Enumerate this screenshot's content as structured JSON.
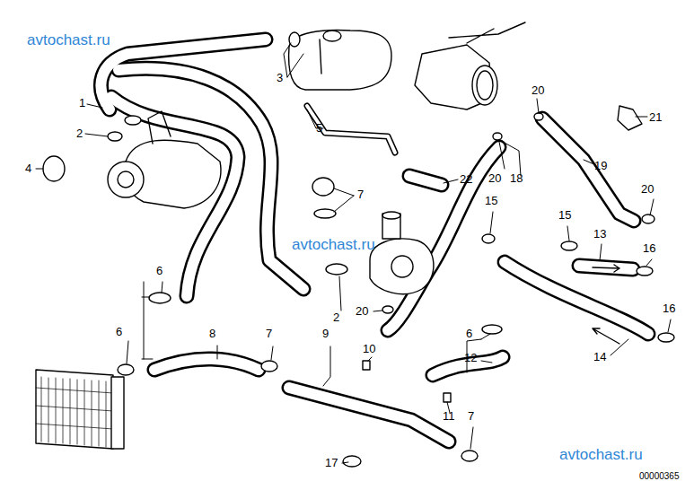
{
  "diagram": {
    "labels": [
      "avtochast.ru",
      "1",
      "2",
      "3",
      "4",
      "5",
      "7",
      "22",
      "20",
      "21",
      "20",
      "18",
      "19",
      "20",
      "15",
      "15",
      "13",
      "16",
      "avtochast.ru",
      "6",
      "2",
      "20",
      "16",
      "6",
      "8",
      "7",
      "9",
      "6",
      "10",
      "12",
      "14",
      "11",
      "7",
      "17",
      "avtochast.ru",
      "00000365"
    ]
  }
}
